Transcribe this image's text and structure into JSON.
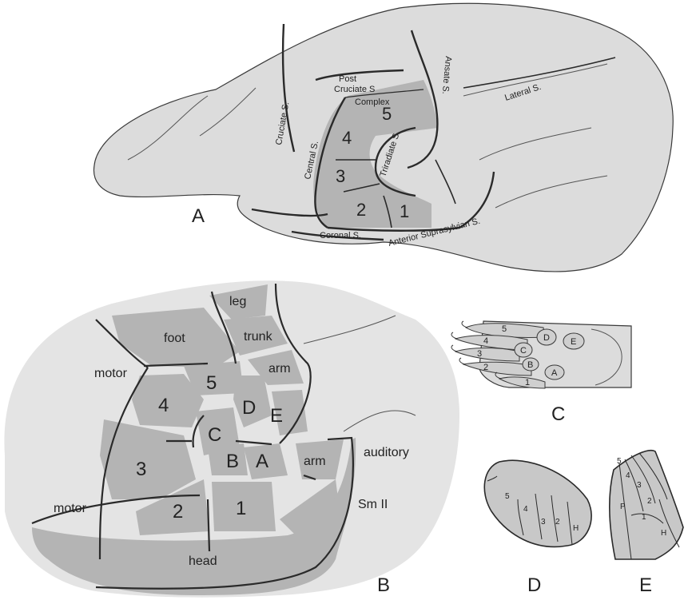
{
  "panels": {
    "a": "A",
    "b": "B",
    "c": "C",
    "d": "D",
    "e": "E"
  },
  "panel_a": {
    "sulci": {
      "cruciate": "Cruciate S.",
      "post_cruciate": "Post\nCruciate S",
      "complex": "Complex",
      "central": "Central S.",
      "ansate": "Ansate S.",
      "lateral": "Lateral S.",
      "triradiate": "Triradiate S.",
      "coronal": "Coronal S.",
      "anterior_suprasylvian": "Anterior Suprasylvian S."
    },
    "regions": [
      "1",
      "2",
      "3",
      "4",
      "5"
    ]
  },
  "panel_b": {
    "labels": {
      "leg": "leg",
      "foot": "foot",
      "trunk": "trunk",
      "arm_upper": "arm",
      "motor_upper": "motor",
      "motor_lower": "motor",
      "arm_lower": "arm",
      "auditory": "auditory",
      "sm2": "Sm II",
      "head": "head"
    },
    "areas": {
      "1": "1",
      "2": "2",
      "3": "3",
      "4": "4",
      "5": "5",
      "A": "A",
      "B": "B",
      "C": "C",
      "D": "D",
      "E": "E"
    }
  },
  "panel_c": {
    "digits": [
      "1",
      "2",
      "3",
      "4",
      "5"
    ],
    "pads": [
      "A",
      "B",
      "C",
      "D",
      "E"
    ]
  },
  "panel_d": {
    "labels": [
      "5",
      "4",
      "3",
      "2",
      "H"
    ]
  },
  "panel_e": {
    "labels": [
      "5",
      "4",
      "3",
      "2",
      "1",
      "P",
      "H"
    ]
  },
  "colors": {
    "brain": "#dcdcdc",
    "region": "#b4b4b4",
    "outline": "#3a3a3a",
    "fill": "#c8c8c8"
  }
}
